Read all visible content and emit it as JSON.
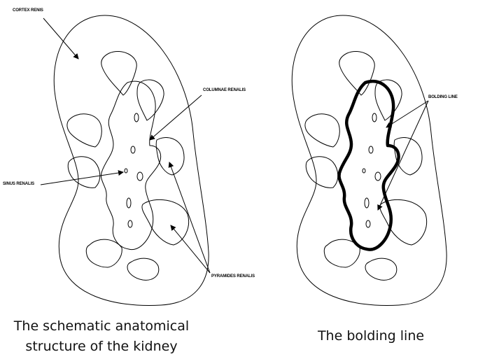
{
  "left_panel": {
    "labels": {
      "cortex": "CORTEX RENIS",
      "columnae": "COLUMNAE RENALIS",
      "sinus": "SINUS RENALIS",
      "pyramides": "PYRAMIDES RENALIS"
    },
    "caption_line1": "The schematic anatomical",
    "caption_line2": "structure of the kidney"
  },
  "right_panel": {
    "labels": {
      "bolding": "BOLDING LINE"
    },
    "caption": "The bolding line"
  },
  "colors": {
    "stroke": "#000000",
    "background": "#ffffff"
  }
}
